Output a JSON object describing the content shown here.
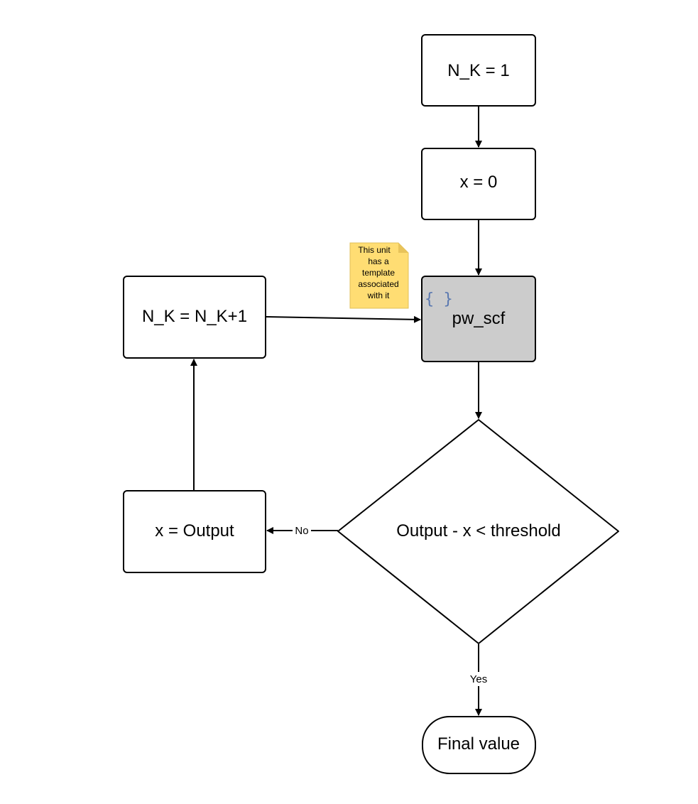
{
  "diagram": {
    "nodes": {
      "nk_init": "N_K = 1",
      "x_init": "x = 0",
      "pw_scf": "pw_scf",
      "nk_inc": "N_K = N_K+1",
      "decision": "Output - x < threshold",
      "x_update": "x = Output",
      "final": "Final value"
    },
    "template_badge": "{ }",
    "note": {
      "lines": [
        "This unit",
        "has a",
        "template",
        "associated",
        "with it"
      ]
    },
    "edge_labels": {
      "no": "No",
      "yes": "Yes"
    },
    "colors": {
      "stroke": "#000000",
      "process_fill": "#ffffff",
      "highlight_fill": "#cccccc",
      "note_fill": "#ffdd73",
      "note_fold": "#e8c35a",
      "badge": "#5a78b0"
    }
  }
}
